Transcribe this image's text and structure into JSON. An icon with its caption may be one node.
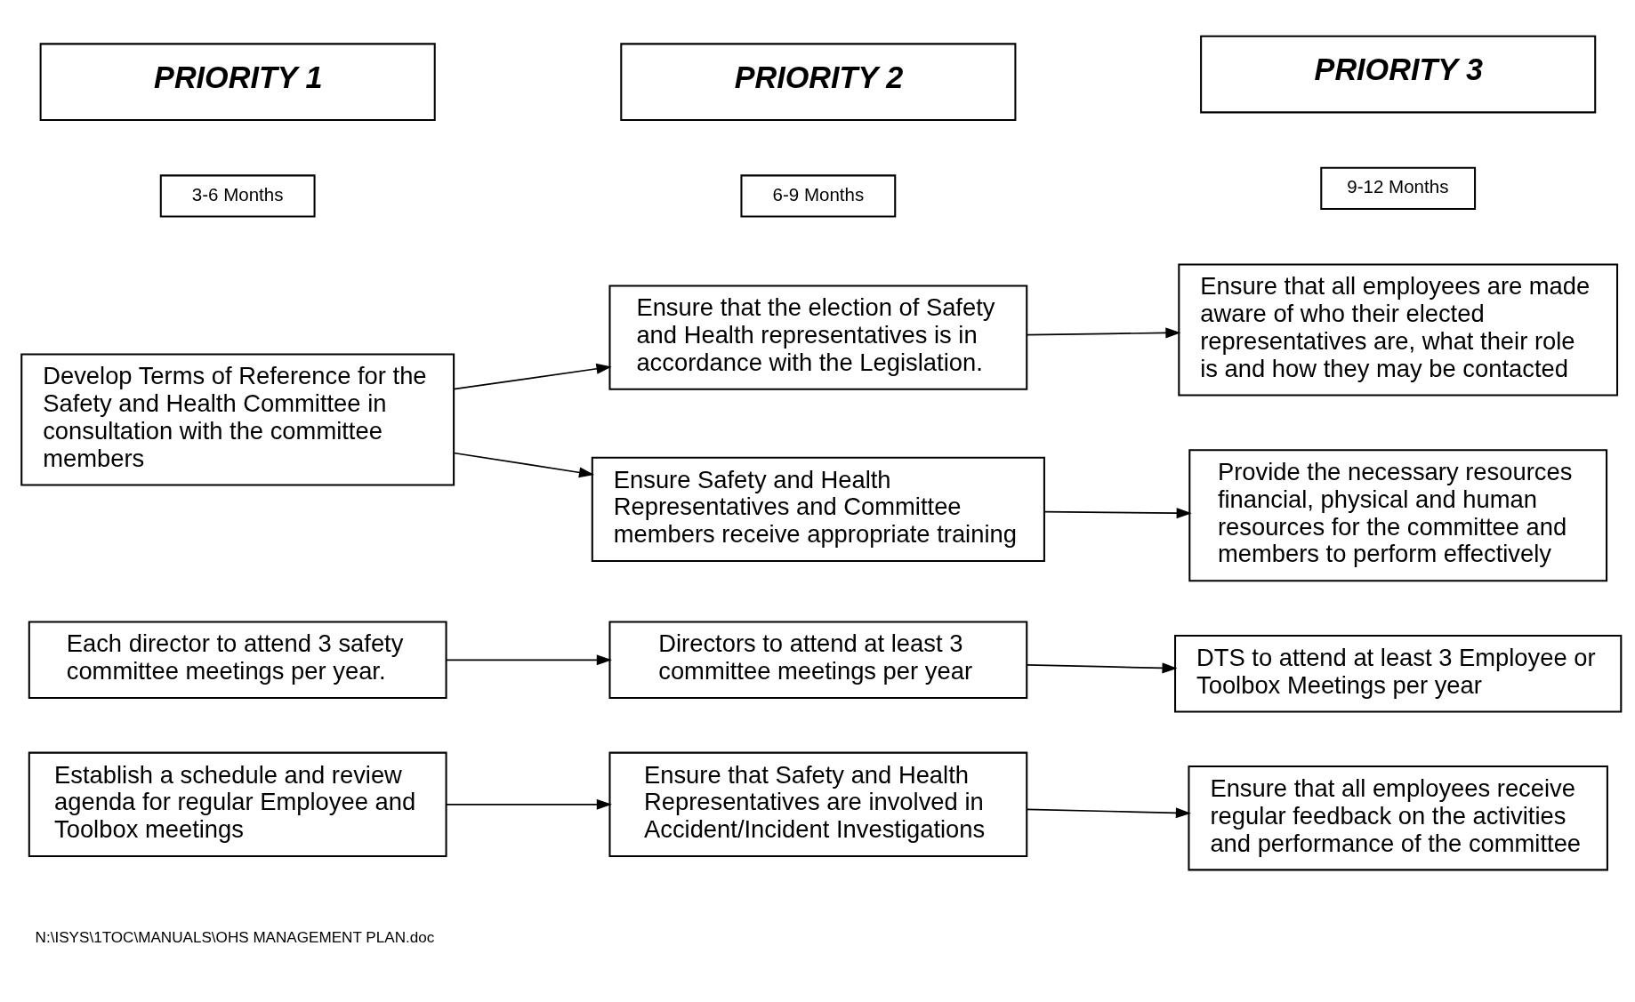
{
  "diagram": {
    "nodes": [
      {
        "text": [
          "PRIORITY 1"
        ]
      },
      {
        "text": [
          "PRIORITY 2"
        ]
      },
      {
        "text": [
          "PRIORITY 3"
        ]
      },
      {
        "text": [
          "3-6 Months"
        ]
      },
      {
        "text": [
          "6-9 Months"
        ]
      },
      {
        "text": [
          "9-12 Months"
        ]
      },
      {
        "text": [
          "Ensure that the election of Safety and Health representatives is in accordance with the Legislation."
        ]
      },
      {
        "text": [
          "Ensure that all employees are made aware of who their elected representatives are, what their role is and how they may be contacted"
        ]
      },
      {
        "text": [
          "Develop Terms of Reference for the Safety and Health Committee in consultation with the committee members"
        ]
      },
      {
        "text": [
          "Ensure Safety and Health Representatives and Committee members receive appropriate training"
        ]
      },
      {
        "text": [
          "Provide the necessary resources financial, physical and human resources for the committee and members to perform effectively"
        ]
      },
      {
        "text": [
          "Each director to attend 3 safety committee meetings per year."
        ]
      },
      {
        "text": [
          "Directors to attend at least 3 committee meetings per year"
        ]
      },
      {
        "text": [
          "DTS to attend at least 3 Employee or Toolbox Meetings per year"
        ]
      },
      {
        "text": [
          "Establish a schedule and review agenda for regular Employee and Toolbox meetings"
        ]
      },
      {
        "text": [
          "Ensure that Safety and Health Representatives are involved in Accident/Incident Investigations"
        ]
      },
      {
        "text": [
          "Ensure that all employees receive regular feedback on the activities and performance of the committee"
        ]
      }
    ],
    "edges": [
      {
        "from": 8,
        "to": 6,
        "arrow": "to"
      },
      {
        "from": 8,
        "to": 9,
        "arrow": "to"
      },
      {
        "from": 6,
        "to": 7,
        "arrow": "to"
      },
      {
        "from": 9,
        "to": 10,
        "arrow": "to"
      },
      {
        "from": 11,
        "to": 12,
        "arrow": "to"
      },
      {
        "from": 12,
        "to": 13,
        "arrow": "to"
      },
      {
        "from": 14,
        "to": 15,
        "arrow": "to"
      },
      {
        "from": 15,
        "to": 16,
        "arrow": "to"
      }
    ],
    "labels": [
      "N:\\ISYS\\1TOC\\MANUALS\\OHS MANAGEMENT PLAN.doc"
    ]
  }
}
